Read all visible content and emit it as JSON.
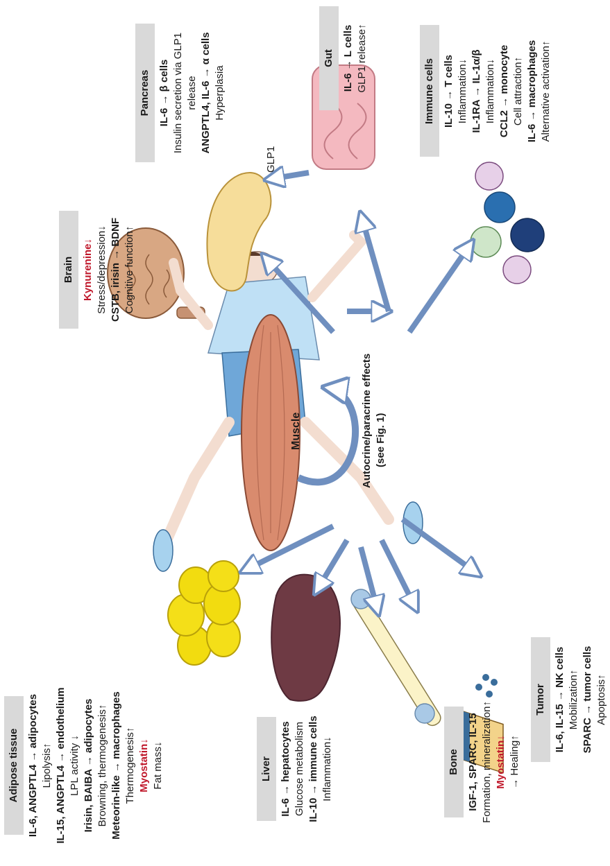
{
  "center": {
    "muscle_label": "Muscle",
    "autocrine_line1": "Autocrine/paracrine effects",
    "autocrine_line2": "(see Fig. 1)",
    "glp1_label": "GLP1"
  },
  "organs": {
    "adipose": {
      "title": "Adipose tissue",
      "lines": [
        {
          "text": "IL-6, ANGPTL4 → adipocytes",
          "style": "bold"
        },
        {
          "text": "Lipolysis↑",
          "style": "normal"
        },
        {
          "text": "IL-15, ANGPTL4 → endothelium",
          "style": "bold"
        },
        {
          "text": "LPL activity ↓",
          "style": "normal"
        },
        {
          "text": "Irisin, BAIBA → adipocytes",
          "style": "bold"
        },
        {
          "text": "Browning, thermogenesis↑",
          "style": "normal"
        },
        {
          "text": "Meteorin-like → macrophages",
          "style": "bold"
        },
        {
          "text": "Thermogenesis↑",
          "style": "normal"
        },
        {
          "text": "Myostatin↓",
          "style": "red"
        },
        {
          "text": "Fat mass↓",
          "style": "normal"
        }
      ]
    },
    "liver": {
      "title": "Liver",
      "lines": [
        {
          "text": "IL-6 → hepatocytes",
          "style": "bold"
        },
        {
          "text": "Glucose metabolism",
          "style": "normal"
        },
        {
          "text": "IL-10 → immune cells",
          "style": "bold"
        },
        {
          "text": "Inflammation↓",
          "style": "normal"
        }
      ]
    },
    "bone": {
      "title": "Bone",
      "lines": [
        {
          "text": "IGF-1, SPARC, IL-15",
          "style": "bold"
        },
        {
          "text": "Formation, mineralization↑",
          "style": "normal"
        },
        {
          "text": "Myostatin↓",
          "style": "red"
        },
        {
          "text": "→ Healing↑",
          "style": "normal"
        }
      ]
    },
    "tumor": {
      "title": "Tumor",
      "lines": [
        {
          "text": "IL-6, IL-15 → NK cells",
          "style": "bold"
        },
        {
          "text": "Mobilization↑",
          "style": "normal"
        },
        {
          "text": "SPARC → tumor cells",
          "style": "bold"
        },
        {
          "text": "Apoptosis↑",
          "style": "normal"
        }
      ]
    },
    "brain": {
      "title": "Brain",
      "lines": [
        {
          "text": "Kynurenine↓",
          "style": "red"
        },
        {
          "text": "Stress/depression↓",
          "style": "normal"
        },
        {
          "text": "CSTB, irisin → BDNF",
          "style": "bold"
        },
        {
          "text": "Cognitive function↑",
          "style": "normal"
        }
      ]
    },
    "pancreas": {
      "title": "Pancreas",
      "lines": [
        {
          "text": "IL-6 → β cells",
          "style": "bold"
        },
        {
          "text": "Insulin secretion via GLP1",
          "style": "normal"
        },
        {
          "text": "release",
          "style": "normal"
        },
        {
          "text": "ANGPTL4, IL-6 → α cells",
          "style": "bold"
        },
        {
          "text": "Hyperplasia",
          "style": "normal"
        }
      ]
    },
    "gut": {
      "title": "Gut",
      "lines": [
        {
          "text": "IL-6 → L cells",
          "style": "bold"
        },
        {
          "text": "GLP1 release↑",
          "style": "normal"
        }
      ]
    },
    "immune": {
      "title": "Immune cells",
      "lines": [
        {
          "text": "IL-10 → T cells",
          "style": "bold"
        },
        {
          "text": "Inflammation↓",
          "style": "normal"
        },
        {
          "text": "IL-1RA → IL-1α/β",
          "style": "bold"
        },
        {
          "text": "Inflammation↓",
          "style": "normal"
        },
        {
          "text": "CCL2 → monocyte",
          "style": "bold"
        },
        {
          "text": "Cell attraction↑",
          "style": "normal"
        },
        {
          "text": "IL-6 → macrophages",
          "style": "bold"
        },
        {
          "text": "Alternative activation↑",
          "style": "normal"
        }
      ]
    }
  },
  "colors": {
    "header_bg": "#d9d9d9",
    "red_text": "#c0182b",
    "arrow_fill": "#ffffff",
    "arrow_stroke": "#6f8fbf",
    "muscle": "#d98b6e",
    "fat": "#f2dc10",
    "liver": "#6e3a44",
    "pancreas": "#f6dd9a",
    "gut": "#f4b9c0"
  }
}
